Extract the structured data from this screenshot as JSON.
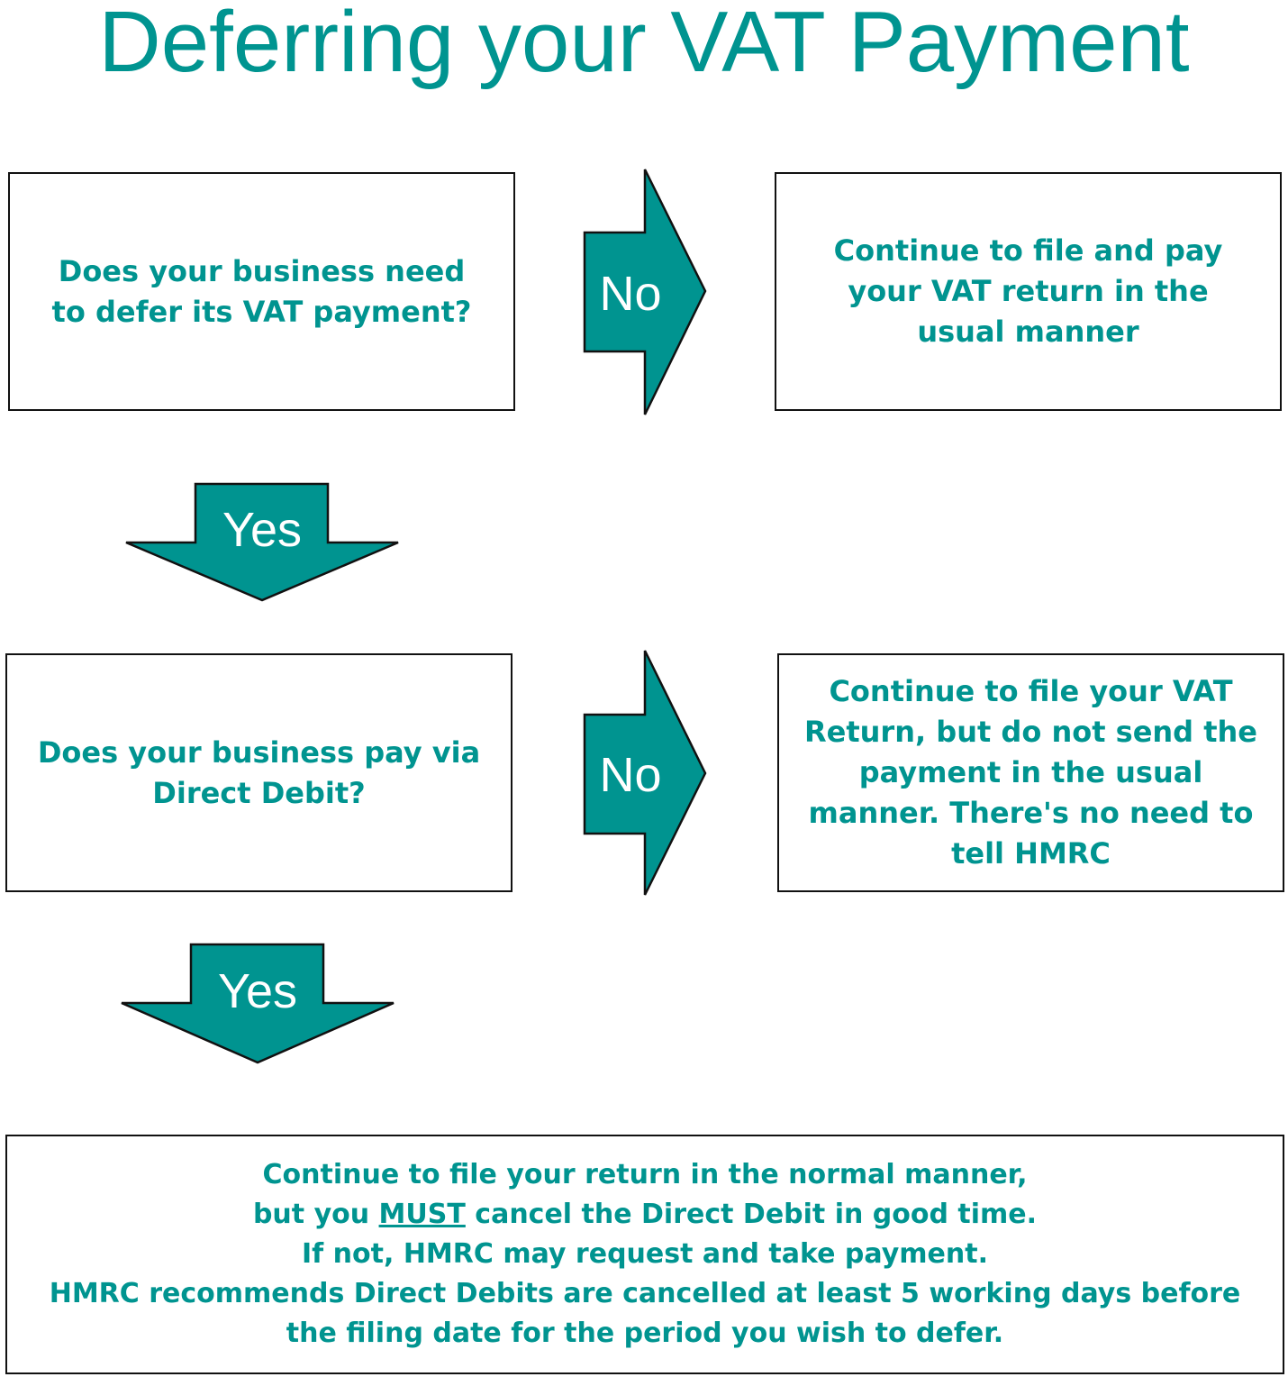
{
  "title": "Deferring your VAT Payment",
  "colors": {
    "teal": "#009490",
    "border": "#111111"
  },
  "boxes": {
    "q1": [
      "Does your business need",
      "to defer its VAT payment?"
    ],
    "a1": [
      "Continue to file and pay",
      "your VAT return in the",
      "usual manner"
    ],
    "q2": [
      "Does your business pay via",
      "Direct Debit?"
    ],
    "a2": [
      "Continue to file your VAT",
      "Return, but do not send the",
      "payment in the usual",
      "manner. There's no need to",
      "tell HMRC"
    ],
    "final": {
      "line1": "Continue to file your return in the normal manner,",
      "line2_pre": "but you ",
      "line2_emph": "MUST",
      "line2_post": " cancel the Direct Debit in good time.",
      "line3": "If not, HMRC may request and take payment.",
      "line4": "HMRC recommends Direct Debits are cancelled at least 5 working days before",
      "line5": "the filing date for the period you wish to defer."
    }
  },
  "arrows": {
    "no": "No",
    "yes": "Yes"
  }
}
